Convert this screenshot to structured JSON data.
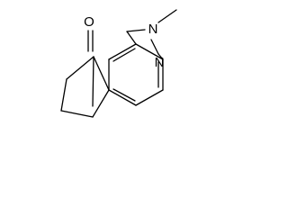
{
  "molecule": {
    "atoms": {
      "oxygen": "O",
      "nitrogen_2": "N",
      "nitrogen_1": "N"
    },
    "colors": {
      "bond": "#000000",
      "background": "#ffffff"
    }
  }
}
